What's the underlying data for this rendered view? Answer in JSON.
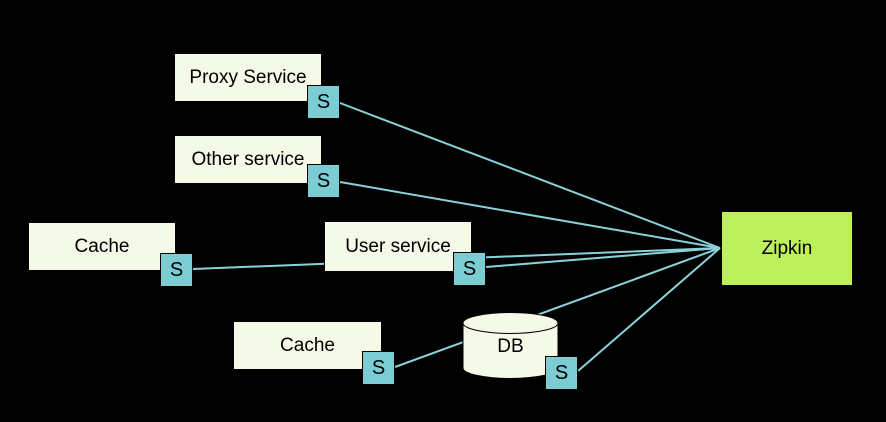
{
  "diagram": {
    "background": "#000000",
    "colors": {
      "node_fill": "#f4f9e8",
      "node_border": "#000000",
      "badge_fill": "#7cccd4",
      "badge_border": "#000000",
      "edge_color": "#8ad2da",
      "zipkin_fill": "#bdf05a",
      "text_color": "#000000"
    },
    "badge_label": "S",
    "nodes": {
      "proxy": {
        "label": "Proxy Service"
      },
      "other": {
        "label": "Other service"
      },
      "cache1": {
        "label": "Cache"
      },
      "user": {
        "label": "User service"
      },
      "cache2": {
        "label": "Cache"
      },
      "db": {
        "label": "DB"
      },
      "zipkin": {
        "label": "Zipkin"
      }
    },
    "edges": [
      {
        "from": "proxy-span",
        "to": "zipkin",
        "points": [
          340,
          103,
          720,
          248
        ]
      },
      {
        "from": "other-span",
        "to": "zipkin",
        "points": [
          340,
          182,
          720,
          248
        ]
      },
      {
        "from": "cache1-span",
        "to": "zipkin",
        "points": [
          193,
          269,
          720,
          248
        ]
      },
      {
        "from": "user-span",
        "to": "zipkin",
        "points": [
          486,
          267,
          720,
          248
        ]
      },
      {
        "from": "cache2-span",
        "to": "zipkin",
        "points": [
          395,
          367,
          720,
          248
        ]
      },
      {
        "from": "db-span",
        "to": "zipkin",
        "points": [
          578,
          371,
          720,
          248
        ]
      }
    ]
  }
}
